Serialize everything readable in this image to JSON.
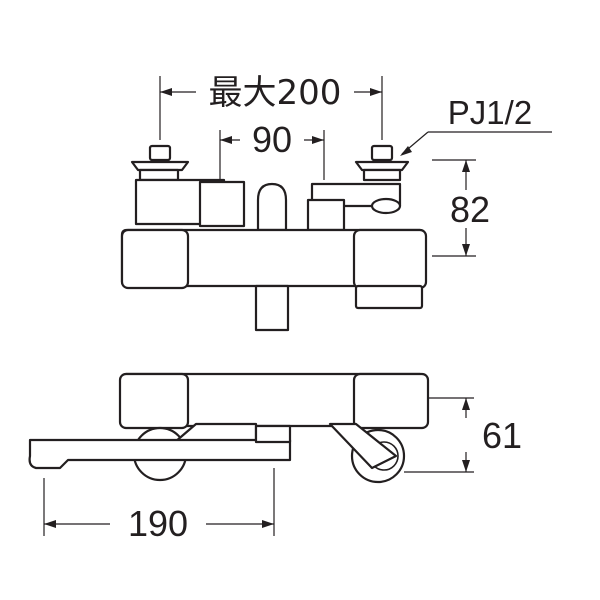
{
  "labels": {
    "max_span": "最大200",
    "center_span": "90",
    "thread_spec": "PJ1/2",
    "height_top": "82",
    "depth": "61",
    "spout_length": "190"
  }
}
